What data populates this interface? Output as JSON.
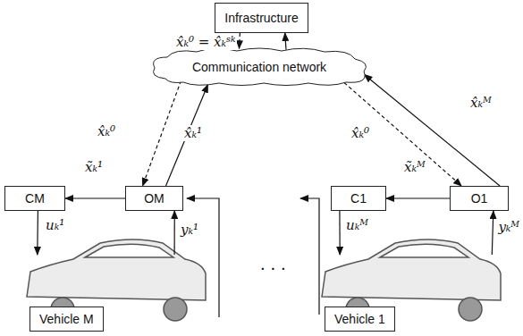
{
  "diagram": {
    "nodes": [
      {
        "text": [
          "Infrastructure"
        ]
      },
      {
        "text": [
          "Communication network"
        ]
      },
      {
        "text": [
          "CM"
        ]
      },
      {
        "text": [
          "OM"
        ]
      },
      {
        "text": [
          "Vehicle M"
        ]
      },
      {
        "text": [
          "C1"
        ]
      },
      {
        "text": [
          "O1"
        ]
      },
      {
        "text": [
          "Vehicle 1"
        ]
      }
    ],
    "edges": [
      {
        "from": 1,
        "to": 0,
        "arrow": "to"
      },
      {
        "from": 0,
        "to": 1,
        "arrow": "to",
        "label": "x̂ₖ⁰ = x̂ₖˢᵏ"
      },
      {
        "from": 1,
        "to": 3,
        "arrow": "to",
        "label": "x̂ₖ⁰"
      },
      {
        "from": 3,
        "to": 1,
        "arrow": "to",
        "label": "x̂ₖ¹"
      },
      {
        "from": 6,
        "to": 1,
        "arrow": "to",
        "label": "x̂ₖᴹ"
      },
      {
        "from": 1,
        "to": 6,
        "arrow": "to",
        "label": "x̂ₖ⁰"
      },
      {
        "from": 3,
        "to": 2,
        "arrow": "to",
        "label": "x̃ₖ¹"
      },
      {
        "from": 6,
        "to": 5,
        "arrow": "to",
        "label": "x̃ₖᴹ"
      },
      {
        "from": 2,
        "to": 4,
        "arrow": "to",
        "label": "uₖ¹"
      },
      {
        "from": 4,
        "to": 3,
        "arrow": "to",
        "label": "yₖ¹"
      },
      {
        "from": 5,
        "to": 7,
        "arrow": "to",
        "label": "uₖᴹ"
      },
      {
        "from": 7,
        "to": 6,
        "arrow": "to",
        "label": "yₖᴹ"
      }
    ],
    "labels": [
      "· · ·"
    ]
  }
}
